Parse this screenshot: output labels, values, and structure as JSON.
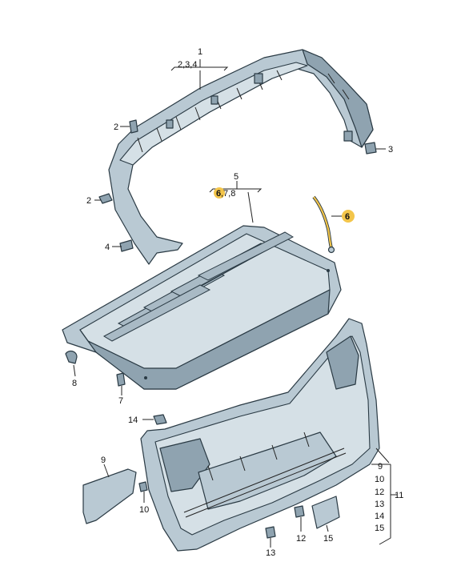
{
  "callouts": {
    "c1_num": "1",
    "c1_sub": "2,3,4",
    "c2a": "2",
    "c2b": "2",
    "c3": "3",
    "c4": "4",
    "c5_num": "5",
    "c5_sub_hl": "6",
    "c5_sub_rest": ",7,8",
    "c6": "6",
    "c7": "7",
    "c8": "8",
    "c9a": "9",
    "c10a": "10",
    "c12a": "12",
    "c13a": "13",
    "c14": "14",
    "c15a": "15",
    "r9": "9",
    "r10": "10",
    "r12": "12",
    "r13": "13",
    "r14": "14",
    "r15": "15",
    "r11": "11"
  },
  "colors": {
    "part_fill": "#b9c9d3",
    "part_dark": "#8fa3b0",
    "outline": "#2a3a44",
    "highlight": "#f3c54a"
  }
}
